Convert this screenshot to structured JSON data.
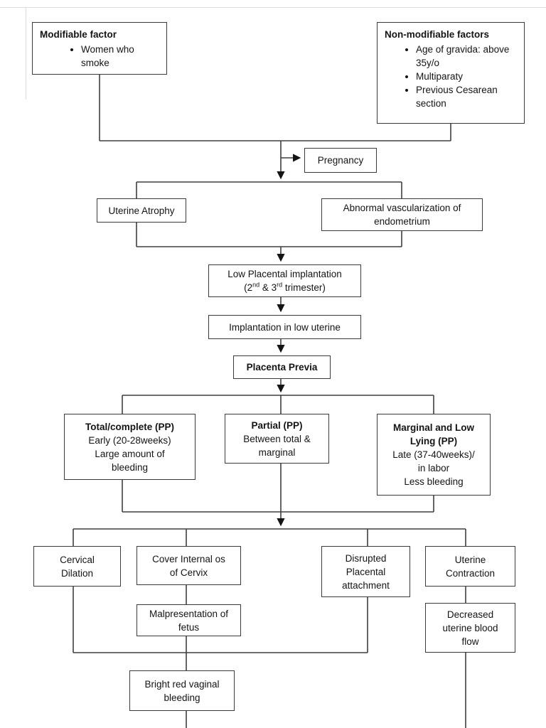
{
  "page": {
    "line_color": "#3f3f3f",
    "box_border_color": "#3a3a3a",
    "background": "#ffffff",
    "text_color": "#141414"
  },
  "nodes": {
    "modifiable": {
      "title": "Modifiable factor",
      "bullets": [
        "Women who smoke"
      ]
    },
    "nonmodifiable": {
      "title": "Non-modifiable factors",
      "bullets": [
        "Age of gravida: above 35y/o",
        "Multiparaty",
        "Previous Cesarean section"
      ]
    },
    "pregnancy": {
      "lines": [
        "Pregnancy"
      ]
    },
    "uterine_atrophy": {
      "lines": [
        "Uterine Atrophy"
      ]
    },
    "abnormal_vasc": {
      "lines": [
        "Abnormal vascularization of",
        "endometrium"
      ]
    },
    "low_placental": {
      "line1": "Low Placental implantation",
      "line2": {
        "p1": "(2",
        "sup1": "nd",
        "p2": " & 3",
        "sup2": "rd",
        "p3": " trimester)"
      }
    },
    "implantation_low": {
      "lines": [
        "Implantation in low uterine"
      ]
    },
    "placenta_previa": {
      "title": "Placenta Previa"
    },
    "total_complete": {
      "title": "Total/complete (PP)",
      "lines": [
        "Early (20-28weeks)",
        "Large amount of",
        "bleeding"
      ]
    },
    "partial": {
      "title": "Partial (PP)",
      "lines": [
        "Between total &",
        "marginal"
      ]
    },
    "marginal": {
      "title_lines": [
        "Marginal and Low",
        "Lying (PP)"
      ],
      "lines": [
        "Late (37-40weeks)/",
        "in labor",
        "Less bleeding"
      ]
    },
    "cervical_dilation": {
      "lines": [
        "Cervical",
        "Dilation"
      ]
    },
    "cover_internal": {
      "lines": [
        "Cover Internal os",
        "of Cervix"
      ]
    },
    "disrupted": {
      "lines": [
        "Disrupted",
        "Placental",
        "attachment"
      ]
    },
    "uterine_contraction": {
      "lines": [
        "Uterine",
        "Contraction"
      ]
    },
    "malpresentation": {
      "lines": [
        "Malpresentation of",
        "fetus"
      ]
    },
    "decreased": {
      "lines": [
        "Decreased",
        "uterine blood",
        "flow"
      ]
    },
    "bright_red": {
      "lines": [
        "Bright red vaginal",
        "bleeding"
      ]
    }
  }
}
